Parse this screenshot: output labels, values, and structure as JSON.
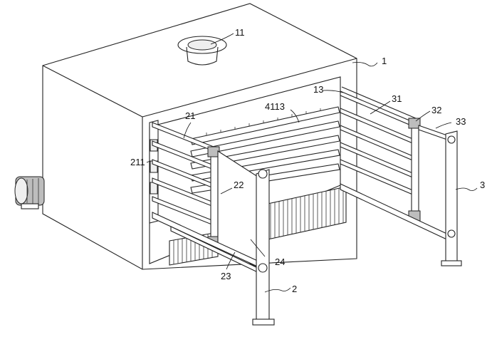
{
  "diagram": {
    "labels": [
      {
        "id": "1",
        "text": "1"
      },
      {
        "id": "11",
        "text": "11"
      },
      {
        "id": "13",
        "text": "13"
      },
      {
        "id": "31",
        "text": "31"
      },
      {
        "id": "32",
        "text": "32"
      },
      {
        "id": "33",
        "text": "33"
      },
      {
        "id": "3",
        "text": "3"
      },
      {
        "id": "4113",
        "text": "4113"
      },
      {
        "id": "21",
        "text": "21"
      },
      {
        "id": "211",
        "text": "211"
      },
      {
        "id": "22",
        "text": "22"
      },
      {
        "id": "24",
        "text": "24"
      },
      {
        "id": "23",
        "text": "23"
      },
      {
        "id": "2",
        "text": "2"
      }
    ]
  }
}
